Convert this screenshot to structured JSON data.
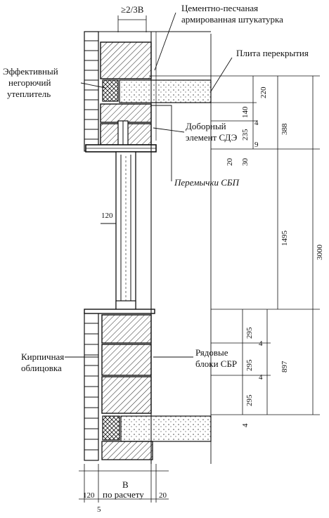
{
  "labels": {
    "top_dim": "≥2/3B",
    "plaster_line1": "Цементно-песчаная",
    "plaster_line2": "армированная штукатурка",
    "slab": "Плита перекрытия",
    "insul_line1": "Эффективный",
    "insul_line2": "негорючий",
    "insul_line3": "утеплитель",
    "extra_line1": "Доборный",
    "extra_line2": "элемент СДЭ",
    "lintels": "Перемычки СБП",
    "brick_line1": "Кирпичная",
    "brick_line2": "облицовка",
    "blocks_line1": "Рядовые",
    "blocks_line2": "блоки СБР",
    "b_line1": "В",
    "b_line2": "по расчету"
  },
  "dimensions": {
    "d220": "220",
    "d140": "140",
    "d4a": "4",
    "d235": "235",
    "d9": "9",
    "d388": "388",
    "d20": "20",
    "d30": "30",
    "d120_mid": "120",
    "d1495": "1495",
    "d3000": "3000",
    "d295a": "295",
    "d4b": "4",
    "d295b": "295",
    "d4c": "4",
    "d295c": "295",
    "d897": "897",
    "d4d": "4",
    "d120_bot": "120",
    "d20_bot": "20",
    "d5": "5"
  }
}
